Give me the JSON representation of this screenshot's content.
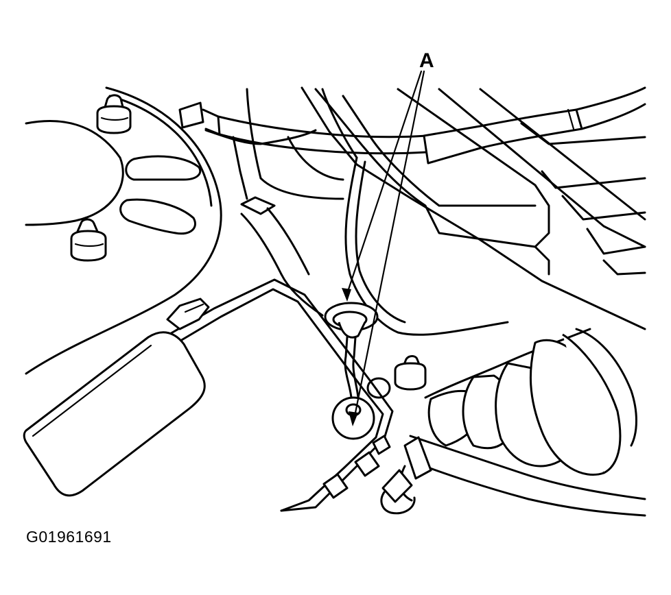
{
  "callouts": [
    {
      "id": "A",
      "label": "A"
    }
  ],
  "figure_id": "G01961691",
  "colors": {
    "line": "#000000",
    "background": "#ffffff"
  }
}
